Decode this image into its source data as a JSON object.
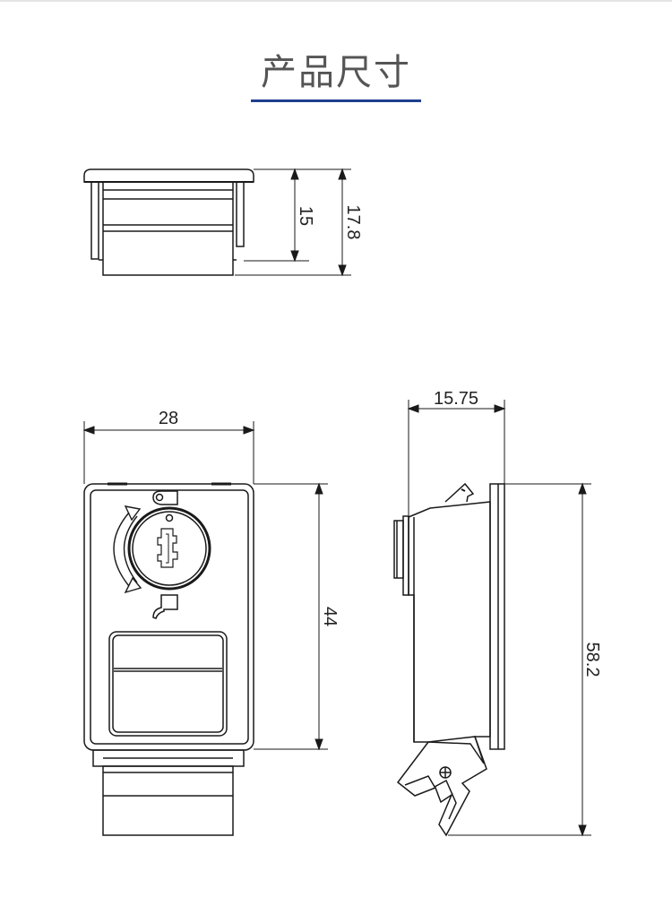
{
  "header": {
    "title": "产品尺寸",
    "underline_color": "#1f3f8f"
  },
  "dimensions": {
    "top_view_height_inner": "15",
    "top_view_height_total": "17.8",
    "front_width": "28",
    "front_height": "44",
    "side_depth": "15.75",
    "side_height": "58.2"
  },
  "colors": {
    "line": "#1a1a1a",
    "background": "#ffffff",
    "title_text": "#555555"
  }
}
